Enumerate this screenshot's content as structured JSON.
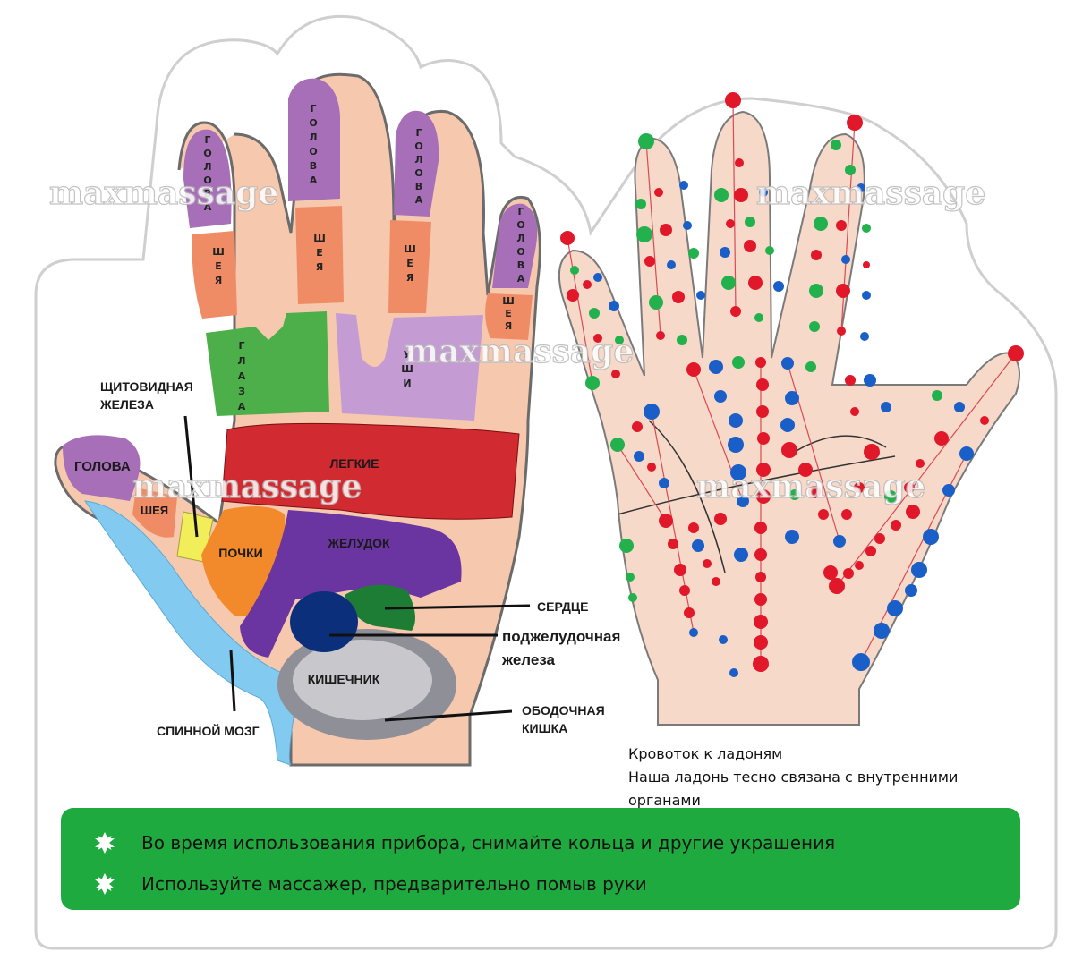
{
  "watermark": "maxmassage",
  "left_hand": {
    "fingers": {
      "index": {
        "tip": "ГОЛОВА",
        "neck": "ШЕЯ",
        "base": "ГЛАЗА"
      },
      "middle": {
        "tip": "ГОЛОВА",
        "neck": "ШЕЯ"
      },
      "ring": {
        "tip": "ГОЛОВА",
        "neck": "ШЕЯ",
        "base": "УШИ"
      },
      "little": {
        "tip": "ГОЛОВА",
        "neck": "ШЕЯ"
      }
    },
    "zones": {
      "thumb_head": "ГОЛОВА",
      "thumb_neck": "ШЕЯ",
      "lungs": "ЛЕГКИЕ",
      "kidneys": "ПОЧКИ",
      "stomach": "ЖЕЛУДОК",
      "intestine": "КИШЕЧНИК"
    },
    "callouts": {
      "thyroid_line1": "ЩИТОВИДНАЯ",
      "thyroid_line2": "ЖЕЛЕЗА",
      "heart": "СЕРДЦЕ",
      "pancreas_line1": "поджелудочная",
      "pancreas_line2": "железа",
      "colon_line1": "ОБОДОЧНАЯ",
      "colon_line2": "КИШКА",
      "spine": "СПИННОЙ МОЗГ"
    }
  },
  "side_note": {
    "line1": "Кровоток к ладоням",
    "line2": "Наша ладонь тесно связана с внутренними",
    "line3": "органами"
  },
  "banner": {
    "item1": "Во время использования прибора, снимайте кольца и другие украшения",
    "item2": "Используйте массажер,  предварительно помыв руки"
  },
  "colors": {
    "banner_green": "#1faa3f",
    "head_purple": "#a06bb3",
    "neck_orange": "#ef8a63",
    "eyes_green": "#4caf49",
    "ears_lilac": "#c49ad2",
    "lungs_red": "#d12a31",
    "kidneys_orange": "#f28a2b",
    "stomach_violet": "#6a35a0",
    "pancreas_navy": "#0b2f7a",
    "heart_green": "#1e7d35",
    "spine_blue": "#7fc9ef",
    "thyroid_yellow": "#f1ee5a",
    "skin": "#f4c7ab",
    "point_red": "#e0182a",
    "point_blue": "#1a5ec8",
    "point_green": "#22b14c"
  }
}
